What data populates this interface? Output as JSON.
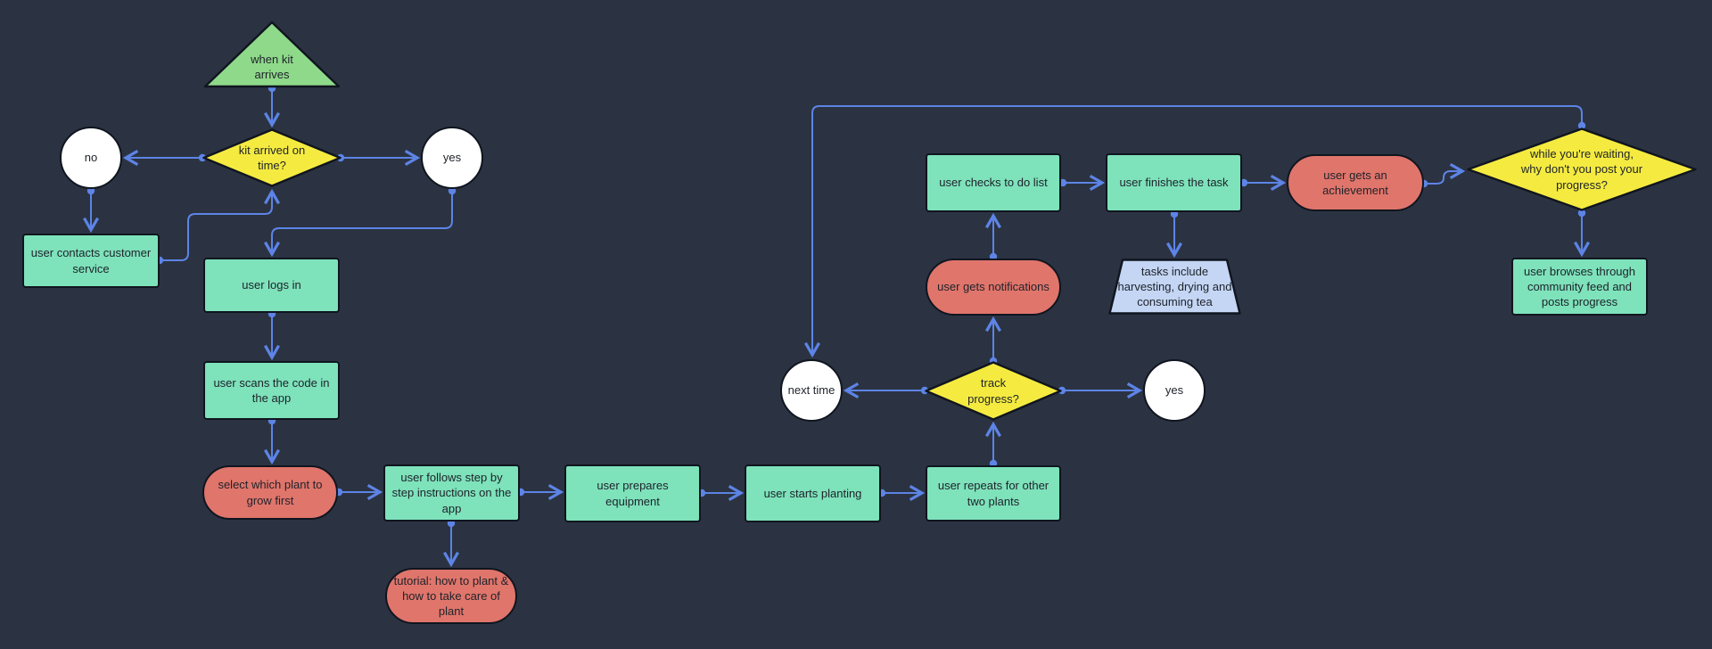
{
  "colors": {
    "background": "#2b3342",
    "edge": "#5d84e6",
    "node_border": "#10151f",
    "text": "#1e222a",
    "green": "#7ee2bb",
    "light_green": "#8fd98a",
    "yellow": "#f5eb40",
    "salmon": "#e0756b",
    "periwinkle": "#c4d6f4",
    "white": "#ffffff"
  },
  "nodes": {
    "start_trigger": {
      "shape": "triangle",
      "label": "when kit\narrives"
    },
    "kit_on_time": {
      "shape": "diamond",
      "label": "kit arrived on\ntime?"
    },
    "no_terminal": {
      "shape": "circle",
      "label": "no"
    },
    "yes_terminal": {
      "shape": "circle",
      "label": "yes"
    },
    "contact_service": {
      "shape": "rect",
      "label": "user contacts customer\nservice"
    },
    "log_in": {
      "shape": "rect",
      "label": "user logs in"
    },
    "scan_code": {
      "shape": "rect",
      "label": "user scans the code in\nthe app"
    },
    "select_plant": {
      "shape": "stadium",
      "label": "select which plant to\ngrow first"
    },
    "follow_instructions": {
      "shape": "rect",
      "label": "user follows step by\nstep instructions on the\napp"
    },
    "tutorial": {
      "shape": "stadium",
      "label": "tutorial: how to plant &\nhow to take care of\nplant"
    },
    "prepare_equipment": {
      "shape": "rect",
      "label": "user prepares\nequipment"
    },
    "start_planting": {
      "shape": "rect",
      "label": "user starts planting"
    },
    "repeat_plants": {
      "shape": "rect",
      "label": "user repeats for other\ntwo plants"
    },
    "track_progress": {
      "shape": "diamond",
      "label": "track\nprogress?"
    },
    "next_time_terminal": {
      "shape": "circle",
      "label": "next time"
    },
    "yes_terminal_2": {
      "shape": "circle",
      "label": "yes"
    },
    "notifications": {
      "shape": "stadium",
      "label": "user gets notifications"
    },
    "check_todo": {
      "shape": "rect",
      "label": "user checks to do list"
    },
    "finish_task": {
      "shape": "rect",
      "label": "user finishes the task"
    },
    "tasks_note": {
      "shape": "trapezoid",
      "label": "tasks include\nharvesting, drying and\nconsuming tea"
    },
    "achievement": {
      "shape": "stadium",
      "label": "user gets an\nachievement"
    },
    "post_progress_prompt": {
      "shape": "diamond",
      "label": "while you're waiting,\nwhy don't you post your\nprogress?"
    },
    "browse_feed": {
      "shape": "rect",
      "label": "user browses through\ncommunity feed and\nposts progress"
    }
  },
  "edges": [
    {
      "from": "start_trigger",
      "to": "kit_on_time"
    },
    {
      "from": "kit_on_time",
      "to": "no_terminal"
    },
    {
      "from": "kit_on_time",
      "to": "yes_terminal"
    },
    {
      "from": "no_terminal",
      "to": "contact_service"
    },
    {
      "from": "contact_service",
      "to": "kit_on_time"
    },
    {
      "from": "yes_terminal",
      "to": "log_in"
    },
    {
      "from": "log_in",
      "to": "scan_code"
    },
    {
      "from": "scan_code",
      "to": "select_plant"
    },
    {
      "from": "select_plant",
      "to": "follow_instructions"
    },
    {
      "from": "follow_instructions",
      "to": "tutorial"
    },
    {
      "from": "follow_instructions",
      "to": "prepare_equipment"
    },
    {
      "from": "prepare_equipment",
      "to": "start_planting"
    },
    {
      "from": "start_planting",
      "to": "repeat_plants"
    },
    {
      "from": "repeat_plants",
      "to": "track_progress"
    },
    {
      "from": "track_progress",
      "to": "next_time_terminal"
    },
    {
      "from": "track_progress",
      "to": "yes_terminal_2"
    },
    {
      "from": "track_progress",
      "to": "notifications"
    },
    {
      "from": "notifications",
      "to": "check_todo"
    },
    {
      "from": "check_todo",
      "to": "finish_task"
    },
    {
      "from": "finish_task",
      "to": "tasks_note"
    },
    {
      "from": "finish_task",
      "to": "achievement"
    },
    {
      "from": "achievement",
      "to": "post_progress_prompt"
    },
    {
      "from": "post_progress_prompt",
      "to": "browse_feed"
    },
    {
      "from": "post_progress_prompt",
      "to": "next_time_terminal"
    }
  ]
}
